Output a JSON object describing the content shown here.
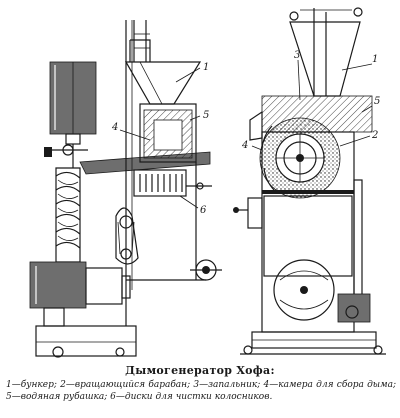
{
  "caption": {
    "title": "Дымогенератор Хофа:",
    "legend": "1—бункер; 2—вращающийся барабан; 3—запальник; 4—камера для сбора дыма; 5—водяная рубашка; 6—диски для чистки колосников."
  },
  "callouts": {
    "left_1": "1",
    "left_5": "5",
    "left_4": "4",
    "left_6": "6",
    "right_3": "3",
    "right_1": "1",
    "right_5": "5",
    "right_4": "4",
    "right_2": "2"
  }
}
